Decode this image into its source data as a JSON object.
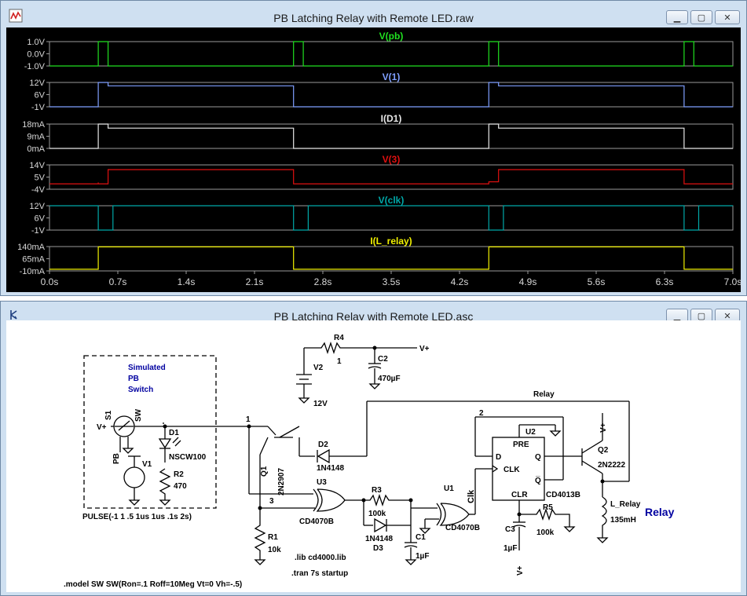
{
  "waveform_window": {
    "title": "PB Latching Relay with Remote LED.raw",
    "controls": {
      "minimize": "▁",
      "maximize": "▢",
      "close": "✕"
    }
  },
  "schematic_window": {
    "title": "PB Latching Relay with Remote LED.asc",
    "controls": {
      "minimize": "▁",
      "maximize": "▢",
      "close": "✕"
    }
  },
  "colors": {
    "pb": "#20e020",
    "v1": "#7f9fff",
    "id1": "#e8e8e8",
    "v3": "#e01010",
    "clk": "#00a8a8",
    "lrelay": "#f0f000",
    "label_dark_blue": "#0000a0"
  },
  "chart_data": {
    "type": "line",
    "x_ticks": [
      "0.0s",
      "0.7s",
      "1.4s",
      "2.1s",
      "2.8s",
      "3.5s",
      "4.2s",
      "4.9s",
      "5.6s",
      "6.3s",
      "7.0s"
    ],
    "xlim": [
      0,
      7
    ],
    "panes": [
      {
        "name": "V(pb)",
        "ticks": [
          "1.0V",
          "0.0V",
          "-1.0V"
        ],
        "ylim": [
          -1,
          1
        ],
        "x": [
          0,
          0.5,
          0.5,
          0.6,
          0.6,
          2.5,
          2.5,
          2.6,
          2.6,
          4.5,
          4.5,
          4.6,
          4.6,
          6.5,
          6.5,
          6.6,
          6.6,
          7.0
        ],
        "y": [
          -1,
          -1,
          1,
          1,
          -1,
          -1,
          1,
          1,
          -1,
          -1,
          1,
          1,
          -1,
          -1,
          1,
          1,
          -1,
          -1
        ]
      },
      {
        "name": "V(1)",
        "ticks": [
          "12V",
          "6V",
          "-1V"
        ],
        "ylim": [
          -1,
          12
        ],
        "x": [
          0,
          0.5,
          0.5,
          0.6,
          0.6,
          2.5,
          2.5,
          4.5,
          4.5,
          4.6,
          4.6,
          6.5,
          6.5,
          7.0
        ],
        "y": [
          -1,
          -1,
          12,
          12,
          10.2,
          10.2,
          -1,
          -1,
          12,
          12,
          10.2,
          10.2,
          -1,
          -1
        ]
      },
      {
        "name": "I(D1)",
        "ticks": [
          "18mA",
          "9mA",
          "0mA"
        ],
        "ylim": [
          0,
          18
        ],
        "x": [
          0,
          0.5,
          0.5,
          0.6,
          0.6,
          2.5,
          2.5,
          4.5,
          4.5,
          4.6,
          4.6,
          6.5,
          6.5,
          7.0
        ],
        "y": [
          0,
          0,
          18,
          18,
          15,
          15,
          0,
          0,
          18,
          18,
          15,
          15,
          0,
          0
        ]
      },
      {
        "name": "V(3)",
        "ticks": [
          "14V",
          "5V",
          "-4V"
        ],
        "ylim": [
          -4,
          14
        ],
        "x": [
          0,
          0.5,
          0.5,
          0.5,
          0.5,
          0.6,
          0.6,
          2.5,
          2.5,
          4.5,
          4.5,
          4.6,
          4.6,
          6.5,
          6.5,
          7.0
        ],
        "y": [
          0,
          0,
          1,
          1,
          0,
          0,
          10.5,
          10.5,
          0,
          0,
          1.5,
          1.5,
          10.5,
          10.5,
          0,
          0
        ]
      },
      {
        "name": "V(clk)",
        "ticks": [
          "12V",
          "6V",
          "-1V"
        ],
        "ylim": [
          -1,
          12
        ],
        "x": [
          0,
          0.5,
          0.5,
          0.65,
          0.65,
          2.5,
          2.5,
          2.65,
          2.65,
          4.5,
          4.5,
          4.65,
          4.65,
          6.5,
          6.5,
          6.65,
          6.65,
          7.0
        ],
        "y": [
          12,
          12,
          -1,
          -1,
          12,
          12,
          -1,
          -1,
          12,
          12,
          -1,
          -1,
          12,
          12,
          -1,
          -1,
          12,
          12
        ]
      },
      {
        "name": "I(L_relay)",
        "ticks": [
          "140mA",
          "65mA",
          "-10mA"
        ],
        "ylim": [
          -10,
          140
        ],
        "x": [
          0,
          0.5,
          0.5,
          2.5,
          2.5,
          4.5,
          4.5,
          6.5,
          6.5,
          7.0
        ],
        "y": [
          0,
          0,
          138,
          138,
          0,
          0,
          138,
          138,
          0,
          0
        ]
      }
    ]
  },
  "schematic": {
    "sim_box": {
      "line1": "Simulated",
      "line2": "PB",
      "line3": "Switch"
    },
    "s1": {
      "name": "S1",
      "model": "SW"
    },
    "d1": {
      "name": "D1",
      "value": "NSCW100"
    },
    "v1": {
      "name": "V1",
      "src": "PULSE(-1 1 .5 1us 1us .1s 2s)"
    },
    "r2": {
      "name": "R2",
      "value": "470"
    },
    "pb_label": "PB",
    "vplus": "V+",
    "node1": "1",
    "node2": "2",
    "node3": "3",
    "r4": {
      "name": "R4",
      "value": "1"
    },
    "v2": {
      "name": "V2",
      "value": "12V"
    },
    "c2": {
      "name": "C2",
      "value": "470µF"
    },
    "relay_net": "Relay",
    "q1": {
      "name": "Q1",
      "value": "2N2907"
    },
    "d2": {
      "name": "D2",
      "value": "1N4148"
    },
    "u3": {
      "name": "U3",
      "value": "CD4070B"
    },
    "r1": {
      "name": "R1",
      "value": "10k"
    },
    "r3": {
      "name": "R3",
      "value": "100k"
    },
    "d3": {
      "name": "D3",
      "value": "1N4148"
    },
    "c1": {
      "name": "C1",
      "value": "1µF"
    },
    "u1": {
      "name": "U1",
      "value": "CD4070B"
    },
    "clk_net": "Clk",
    "u2": {
      "name": "U2",
      "value": "CD4013B",
      "pre": "PRE",
      "d": "D",
      "clk": "CLK",
      "q": "Q",
      "qbar": "Q̅",
      "clr": "CLR"
    },
    "c3": {
      "name": "C3",
      "value": "1µF"
    },
    "r5": {
      "name": "R5",
      "value": "100k"
    },
    "q2": {
      "name": "Q2",
      "value": "2N2222"
    },
    "lrelay": {
      "name": "L_Relay",
      "value": "135mH"
    },
    "relay_title": "Relay",
    "lib_directive": ".lib cd4000.lib",
    "tran_directive": ".tran 7s startup",
    "model_directive": ".model SW SW(Ron=.1 Roff=10Meg Vt=0 Vh=-.5)"
  }
}
